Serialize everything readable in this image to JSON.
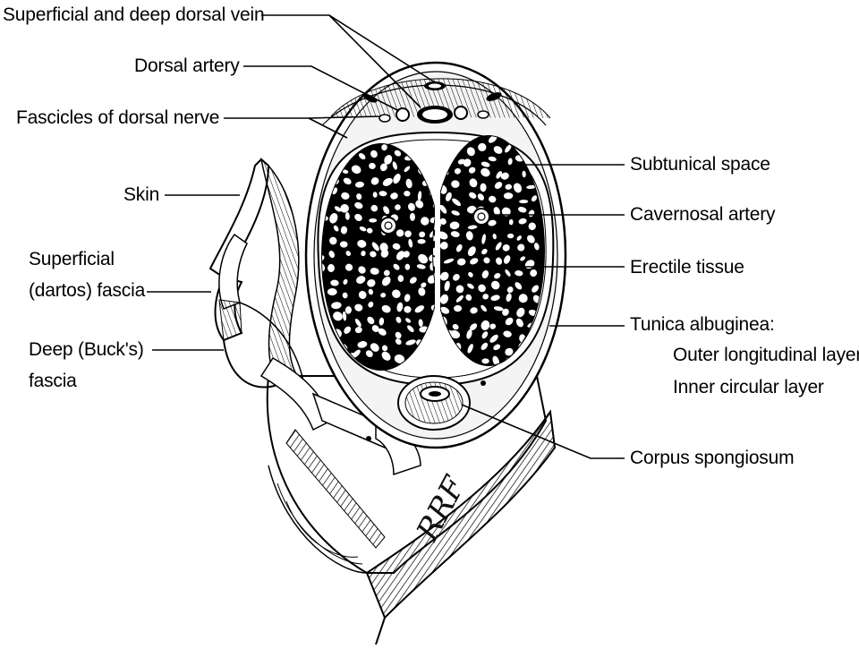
{
  "labels": {
    "dorsal_vein": "Superficial and deep dorsal vein",
    "dorsal_artery": "Dorsal artery",
    "dorsal_nerve": "Fascicles of dorsal nerve",
    "skin": "Skin",
    "dartos_line1": "Superficial",
    "dartos_line2": "(dartos) fascia",
    "bucks_line1": "Deep (Buck's)",
    "bucks_line2": "fascia",
    "subtunical_space": "Subtunical space",
    "cavernosal_artery": "Cavernosal artery",
    "erectile_tissue": "Erectile tissue",
    "tunica_albuginea": "Tunica albuginea:",
    "outer_layer": "Outer longitudinal layer",
    "inner_layer": "Inner circular layer",
    "corpus_spongiosum": "Corpus spongiosum"
  },
  "artist_signature": "RRF",
  "colors": {
    "ink": "#000000",
    "paper": "#ffffff",
    "tissue": "#f4f4f4"
  }
}
